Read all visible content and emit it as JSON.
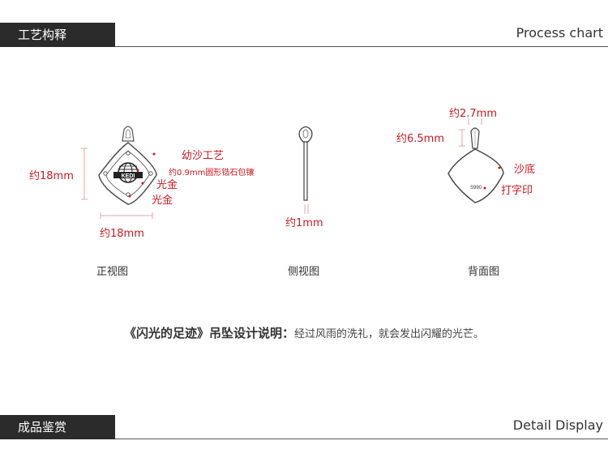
{
  "header_top": {
    "tag": "工艺构释",
    "english": "Process chart"
  },
  "header_bottom": {
    "tag": "成品鉴赏",
    "english": "Detail Display"
  },
  "front_view": {
    "label": "正视图",
    "height_label": "约18mm",
    "width_label": "约18mm",
    "callout_sand": "幼沙工艺",
    "callout_stone": "约0.9mm圆形锆石包镶",
    "callout_gold_1": "光金",
    "callout_gold_2": "光金",
    "logo_text": "KEDI"
  },
  "side_view": {
    "label": "侧视图",
    "thickness_label": "约1mm"
  },
  "back_view": {
    "label": "背面图",
    "bail_width_label": "约2.7mm",
    "bail_height_label": "约6.5mm",
    "callout_sand": "沙底",
    "callout_stamp": "打字印",
    "stamp_text": "S990"
  },
  "description": {
    "title": "《闪光的足迹》吊坠设计说明：",
    "body": "经过风雨的洗礼，就会发出闪耀的光芒。"
  },
  "colors": {
    "accent_red": "#d0181f",
    "header_bg": "#2b2b2b"
  }
}
